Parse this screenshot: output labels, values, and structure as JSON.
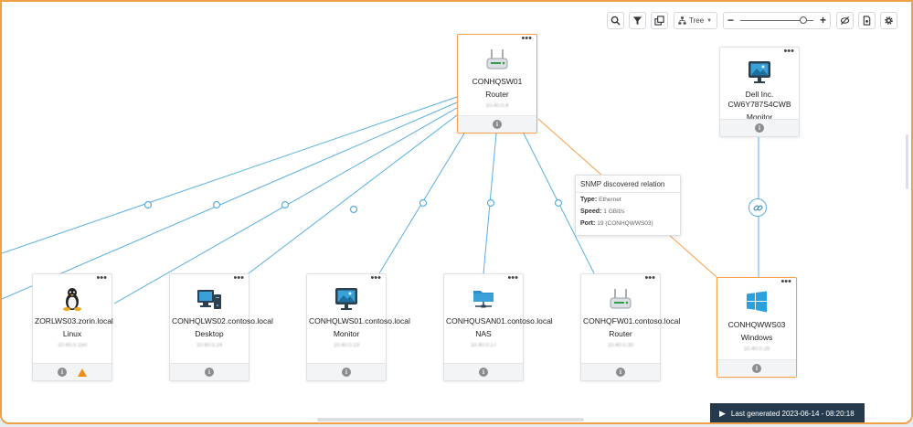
{
  "toolbar": {
    "search_icon": "search-icon",
    "filter_icon": "filter-icon",
    "layers_icon": "layers-icon",
    "layout_label": "Tree",
    "zoom_level": 0.88,
    "hide_icon": "eye-off-icon",
    "export_icon": "export-icon",
    "settings_icon": "gear-icon"
  },
  "nodes": {
    "router_main": {
      "name": "CONHQSW01",
      "type": "Router",
      "ip": "10.40.0.4"
    },
    "dell_monitor": {
      "name": "Dell Inc. CW6Y787S4CWB",
      "type": "Monitor"
    },
    "zorin": {
      "name": "ZORLWS03.zorin.local",
      "type": "Linux",
      "ip": "10.40.0.150"
    },
    "lws02": {
      "name": "CONHQLWS02.contoso.local",
      "type": "Desktop",
      "ip": "10.40.0.24"
    },
    "lws01": {
      "name": "CONHQLWS01.contoso.local",
      "type": "Monitor",
      "ip": "10.40.0.23"
    },
    "usan01": {
      "name": "CONHQUSAN01.contoso.local",
      "type": "NAS",
      "ip": "10.40.0.17"
    },
    "fw01": {
      "name": "CONHQFW01.contoso.local",
      "type": "Router",
      "ip": "10.40.0.30"
    },
    "wws03": {
      "name": "CONHQWWS03",
      "type": "Windows",
      "ip": "10.40.0.26"
    }
  },
  "tooltip": {
    "title": "SNMP discovered relation",
    "type_label": "Type:",
    "type_value": "Ethernet",
    "speed_label": "Speed:",
    "speed_value": "1 GBit/s",
    "port_label": "Port:",
    "port_value": "19 (CONHQWWS03)"
  },
  "footer": {
    "last_generated": "Last generated 2023-06-14 - 08:20:18"
  },
  "colors": {
    "accent": "#f5a24a",
    "link": "#5aaee0",
    "selected_link": "#f5a24a"
  }
}
